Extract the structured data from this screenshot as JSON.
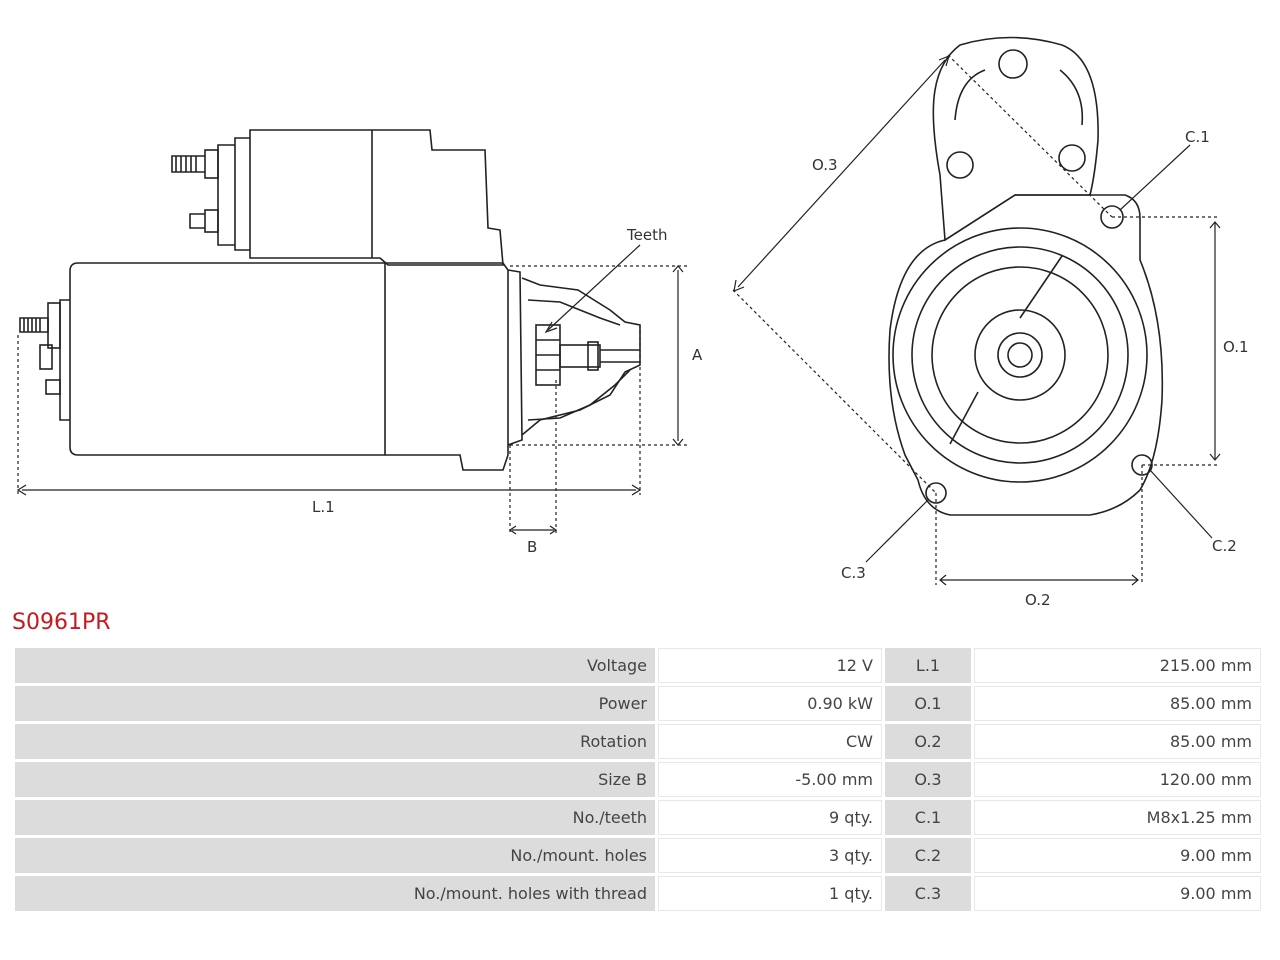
{
  "drawing": {
    "labels": {
      "teeth": "Teeth",
      "a": "A",
      "b": "B",
      "l1": "L.1",
      "o1": "O.1",
      "o2": "O.2",
      "o3": "O.3",
      "c1": "C.1",
      "c2": "C.2",
      "c3": "C.3"
    }
  },
  "product": {
    "code": "S0961PR"
  },
  "specs": [
    {
      "label": "Voltage",
      "value": "12 V",
      "key": "L.1",
      "value2": "215.00 mm"
    },
    {
      "label": "Power",
      "value": "0.90 kW",
      "key": "O.1",
      "value2": "85.00 mm"
    },
    {
      "label": "Rotation",
      "value": "CW",
      "key": "O.2",
      "value2": "85.00 mm"
    },
    {
      "label": "Size B",
      "value": "-5.00 mm",
      "key": "O.3",
      "value2": "120.00 mm"
    },
    {
      "label": "No./teeth",
      "value": "9 qty.",
      "key": "C.1",
      "value2": "M8x1.25 mm"
    },
    {
      "label": "No./mount. holes",
      "value": "3 qty.",
      "key": "C.2",
      "value2": "9.00 mm"
    },
    {
      "label": "No./mount. holes with thread",
      "value": "1 qty.",
      "key": "C.3",
      "value2": "9.00 mm"
    }
  ]
}
